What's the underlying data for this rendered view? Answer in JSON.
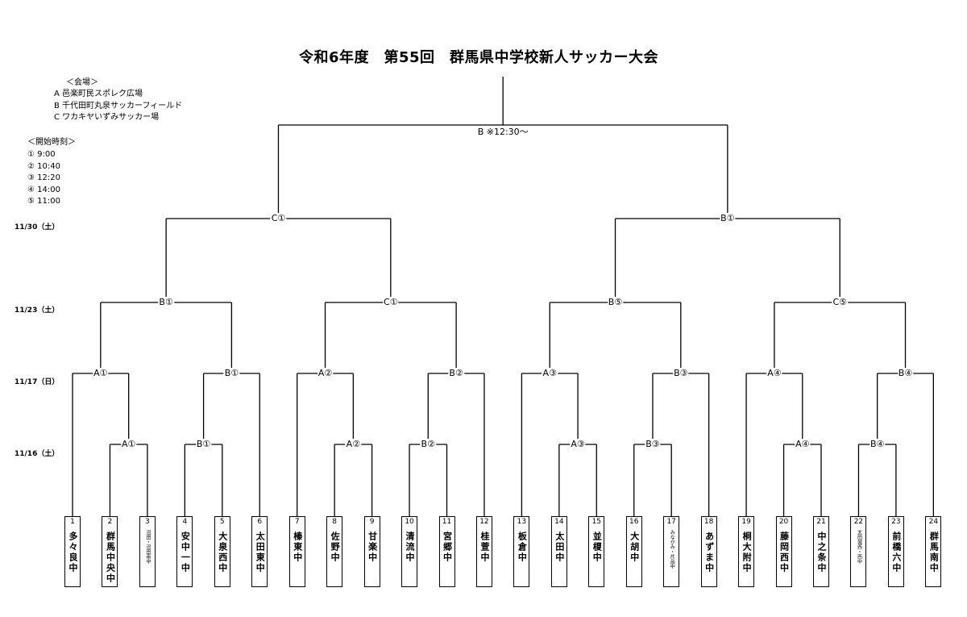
{
  "title": "令和6年度　第55回　群馬県中学校新人サッカー大会",
  "venues": {
    "header": "＜会場＞",
    "items": [
      "A 邑楽町民スポレク広場",
      "B 千代田町丸泉サッカーフィールド",
      "C ワカキヤいずみサッカー場"
    ]
  },
  "start_times": {
    "header": "＜開始時刻＞",
    "items": [
      "① 9:00",
      "② 10:40",
      "③ 12:20",
      "④ 14:00",
      "⑤ 11:00"
    ]
  },
  "rounds": {
    "sf": "11/30（土）",
    "qf": "11/23（土）",
    "r2": "11/17（日）",
    "r1": "11/16（土）"
  },
  "matches": {
    "final": "B ※12:30〜",
    "sf": [
      "C①",
      "B①"
    ],
    "qf": [
      "B①",
      "C①",
      "B⑤",
      "C⑤"
    ],
    "r2": [
      "A①",
      "B①",
      "A②",
      "B②",
      "A③",
      "B③",
      "A④",
      "B④"
    ],
    "r1": [
      "A①",
      "B①",
      "A②",
      "B②",
      "A③",
      "B③",
      "A④",
      "B④"
    ]
  },
  "teams": [
    {
      "num": "1",
      "name": "多々良中"
    },
    {
      "num": "2",
      "name": "群馬中央中"
    },
    {
      "num": "3",
      "name": "沼田・沼田南中"
    },
    {
      "num": "4",
      "name": "安中一中"
    },
    {
      "num": "5",
      "name": "大泉西中"
    },
    {
      "num": "6",
      "name": "太田東中"
    },
    {
      "num": "7",
      "name": "榛東中"
    },
    {
      "num": "8",
      "name": "佐野中"
    },
    {
      "num": "9",
      "name": "甘楽中"
    },
    {
      "num": "10",
      "name": "清流中"
    },
    {
      "num": "11",
      "name": "宮郷中"
    },
    {
      "num": "12",
      "name": "桂萱中"
    },
    {
      "num": "13",
      "name": "板倉中"
    },
    {
      "num": "14",
      "name": "太田中"
    },
    {
      "num": "15",
      "name": "並榎中"
    },
    {
      "num": "16",
      "name": "大胡中"
    },
    {
      "num": "17",
      "name": "みなかみ・片品中"
    },
    {
      "num": "18",
      "name": "あずま中"
    },
    {
      "num": "19",
      "name": "桐大附中"
    },
    {
      "num": "20",
      "name": "藤岡西中"
    },
    {
      "num": "21",
      "name": "中之条中"
    },
    {
      "num": "22",
      "name": "太田城西・西中"
    },
    {
      "num": "23",
      "name": "前橋六中"
    },
    {
      "num": "24",
      "name": "群馬南中"
    }
  ]
}
